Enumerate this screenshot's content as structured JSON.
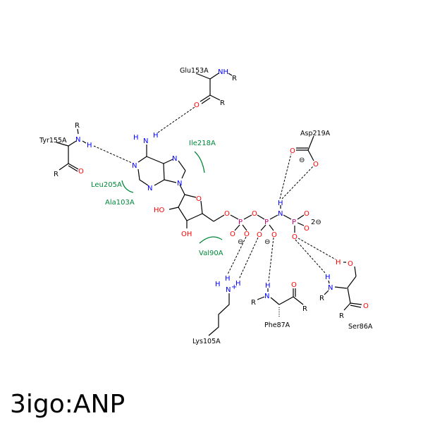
{
  "title": "3igo:ANP",
  "colors": {
    "nitrogen": "#0000ff",
    "oxygen": "#ff0000",
    "phosphorus": "#cc0077",
    "hydrophobic": "#00883a"
  },
  "residues": {
    "glu": "Glu153A",
    "tyr": "Tyr155A",
    "asp": "Asp219A",
    "lys": "Lys105A",
    "phe": "Phe87A",
    "ser": "Ser86A"
  },
  "hydrophobic": {
    "ile": "Ile218A",
    "leu": "Leu205A",
    "ala": "Ala103A",
    "val": "Val90A"
  },
  "atoms": {
    "N": "N",
    "O": "O",
    "H": "H",
    "R": "R",
    "P": "P",
    "NH": "NH",
    "HO": "HO",
    "OH": "OH",
    "minus": "⊖",
    "two_minus": "2⊖",
    "plus": "+"
  }
}
